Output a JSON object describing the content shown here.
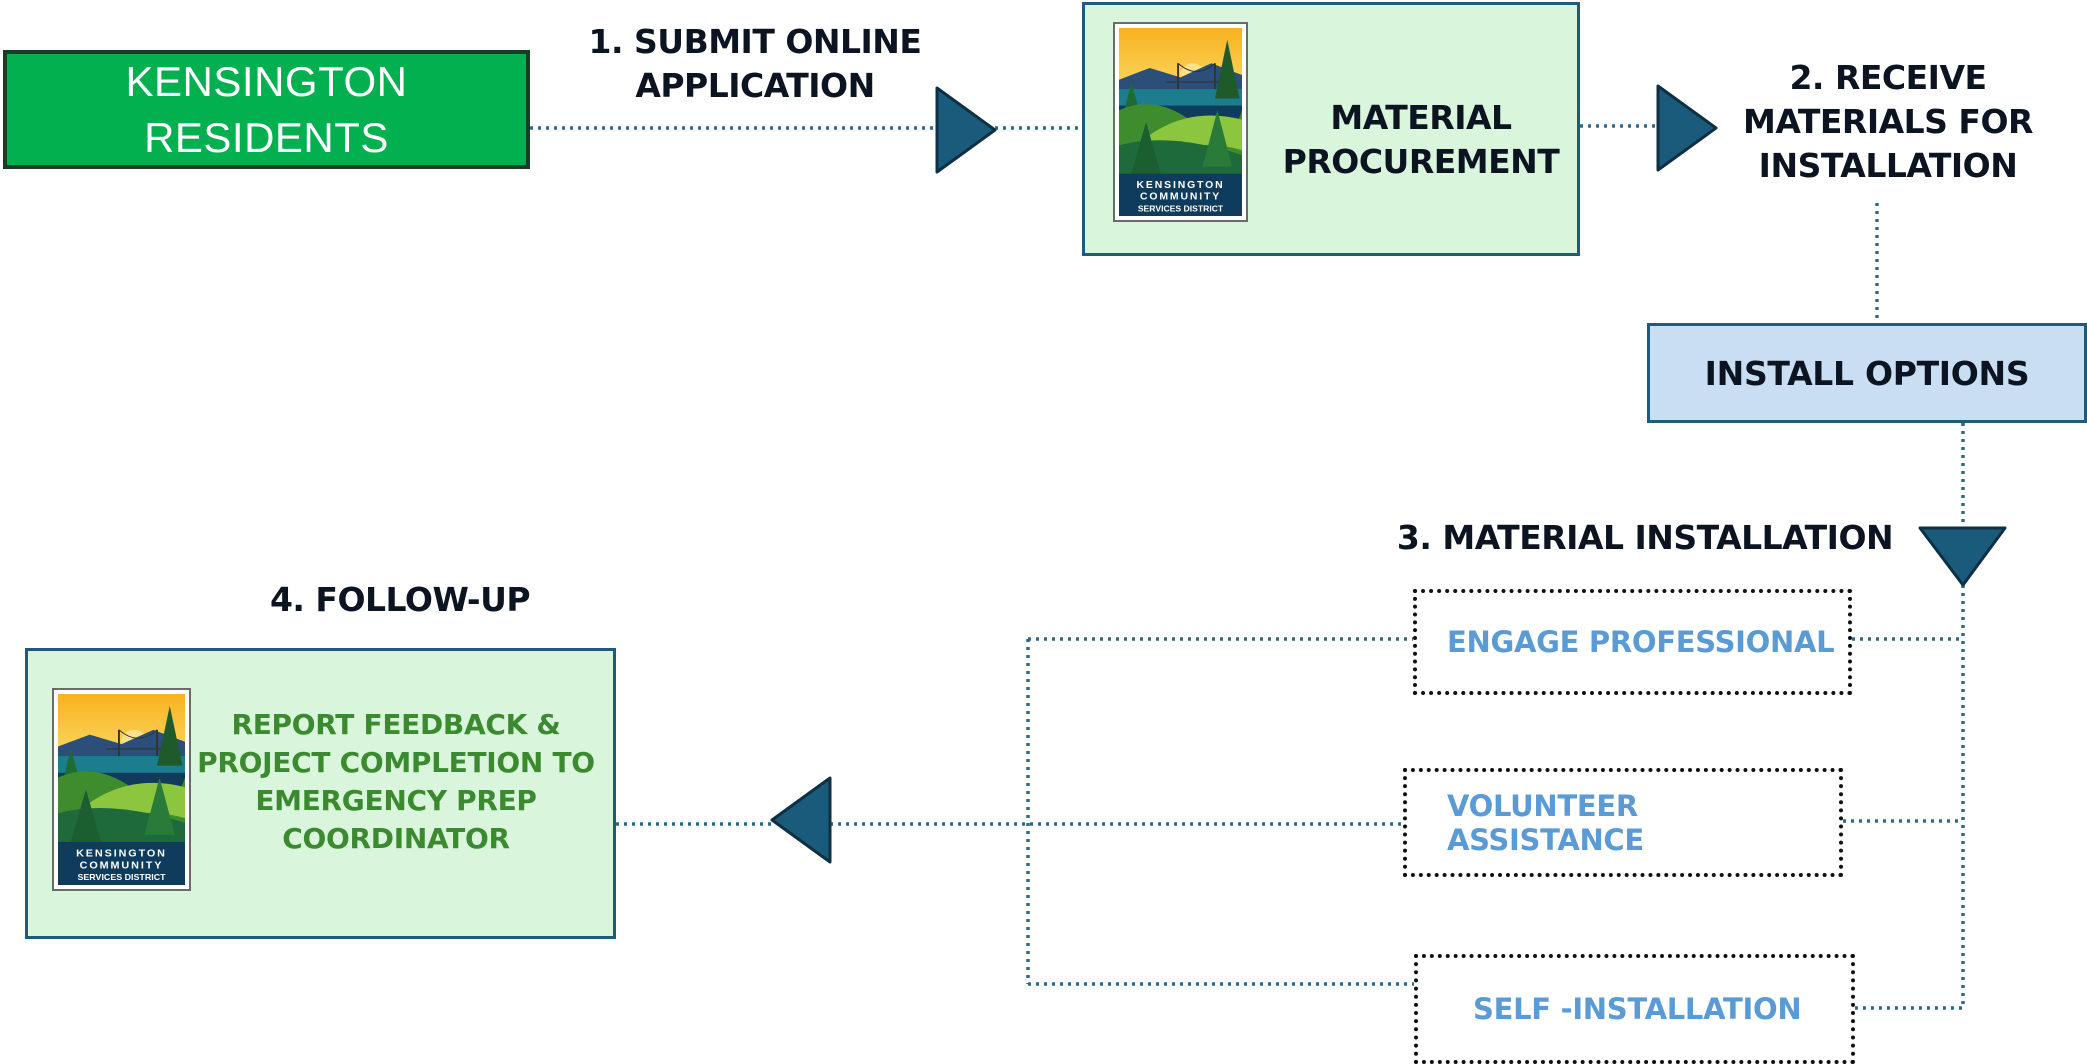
{
  "nodes": {
    "residents": "KENSINGTON\nRESIDENTS",
    "procurement": "MATERIAL\nPROCUREMENT",
    "install_options": "INSTALL OPTIONS",
    "followup_box": "REPORT FEEDBACK &\nPROJECT COMPLETION TO\nEMERGENCY PREP\nCOORDINATOR"
  },
  "steps": {
    "step1": "1. SUBMIT ONLINE\nAPPLICATION",
    "step2": "2. RECEIVE\nMATERIALS FOR\nINSTALLATION",
    "step3": "3. MATERIAL INSTALLATION",
    "step4": "4. FOLLOW-UP"
  },
  "options": [
    "ENGAGE PROFESSIONAL",
    "VOLUNTEER ASSISTANCE",
    "SELF -INSTALLATION"
  ],
  "logo": {
    "line1": "KENSINGTON",
    "line2": "COMMUNITY",
    "line3": "SERVICES DISTRICT"
  },
  "colors": {
    "residents_fill": "#02b04f",
    "process_fill": "#d9f5dc",
    "install_fill": "#c9def3",
    "connector": "#2e6a86",
    "arrow_fill": "#1a5a7a",
    "option_text": "#5b9bd5",
    "followup_text": "#3b8a2f"
  }
}
